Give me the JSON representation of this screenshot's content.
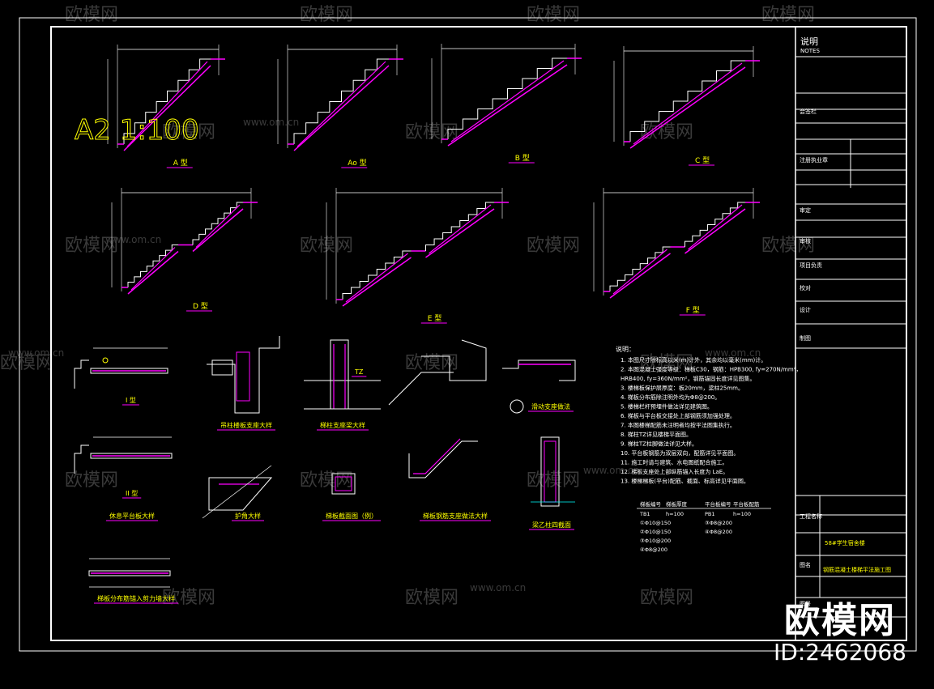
{
  "app": {
    "scale_label": "A2 1:100"
  },
  "watermark": {
    "brand": "欧模网",
    "site": "www.om.cn"
  },
  "stamp": {
    "brand": "欧模网",
    "id": "ID:2462068"
  },
  "colors": {
    "frame": "#ffffff",
    "stair": "#ff00ff",
    "dim": "#ffffff",
    "text": "#ffff00",
    "rebar": "#00ffff",
    "magenta": "#ff00ff"
  },
  "titleblock": {
    "title_cn": "说明",
    "title_en": "NOTES",
    "project": "58#学生宿舍楼",
    "drawing_title": "钢筋混凝土楼梯平法施工图",
    "rows": [
      "会签栏",
      "注册执业章",
      "审定",
      "审核",
      "项目负责",
      "校对",
      "设计",
      "制图",
      "工程名称",
      "图名",
      "图号"
    ]
  },
  "stair_types": [
    {
      "label": "A 型"
    },
    {
      "label": "Ao 型"
    },
    {
      "label": "B 型"
    },
    {
      "label": "C 型"
    },
    {
      "label": "D 型"
    },
    {
      "label": "E 型"
    },
    {
      "label": "F 型"
    }
  ],
  "details": [
    {
      "label": "I 型"
    },
    {
      "label": "吊柱楼板支座大样"
    },
    {
      "label": "梯柱支座梁大样"
    },
    {
      "label": "TZ"
    },
    {
      "label": "滑动支座做法"
    },
    {
      "label": "II 型"
    },
    {
      "label": "休息平台板大样"
    },
    {
      "label": "护角大样"
    },
    {
      "label": "梯板截面图（例）"
    },
    {
      "label": "梯板钢筋支座做法大样"
    },
    {
      "label": "梁乙柱四截面"
    },
    {
      "label": "梯板分布筋锚入剪力墙大样"
    }
  ],
  "notes": {
    "heading": "说明：",
    "items": [
      "1. 本图尺寸除标高以米(m)计外，其余均以毫米(mm)计。",
      "2. 本图混凝土强度等级：梯板C30，钢筋：HPB300, fy=270N/mm²，",
      "   HRB400, fy=360N/mm²，钢筋锚固长度详见图集。",
      "3. 楼梯板保护层厚度：板20mm，梁柱25mm。",
      "4. 梯板分布筋除注明外均为Φ8@200。",
      "5. 楼梯栏杆预埋件做法详见建筑图。",
      "6. 梯板与平台板交接处上部钢筋须加强处理。",
      "7. 本图楼梯配筋未注明者均按平法图集执行。",
      "8. 梯柱TZ详见楼梯平面图。",
      "9. 梯柱TZ柱脚做法详见大样。",
      "10. 平台板钢筋为双层双向，配筋详见平面图。",
      "11. 施工时请与建筑、水电图纸配合施工。",
      "12. 梯板支座处上部纵筋锚入长度为 LaE。",
      "13. 楼梯梯板(平台)配筋、截面、标高详见平面图。"
    ],
    "table_headers": [
      "梯板编号",
      "梯板厚度",
      "平台板编号",
      "平台板配筋"
    ],
    "table_rows": [
      [
        "TB1",
        "h=100",
        "PB1",
        "h=100"
      ],
      [
        "①Φ10@150",
        "",
        "③Φ8@200",
        ""
      ],
      [
        "②Φ10@150",
        "",
        "④Φ8@200",
        ""
      ],
      [
        "③Φ10@200",
        "",
        "",
        ""
      ],
      [
        "④Φ8@200",
        "",
        "",
        ""
      ]
    ]
  }
}
